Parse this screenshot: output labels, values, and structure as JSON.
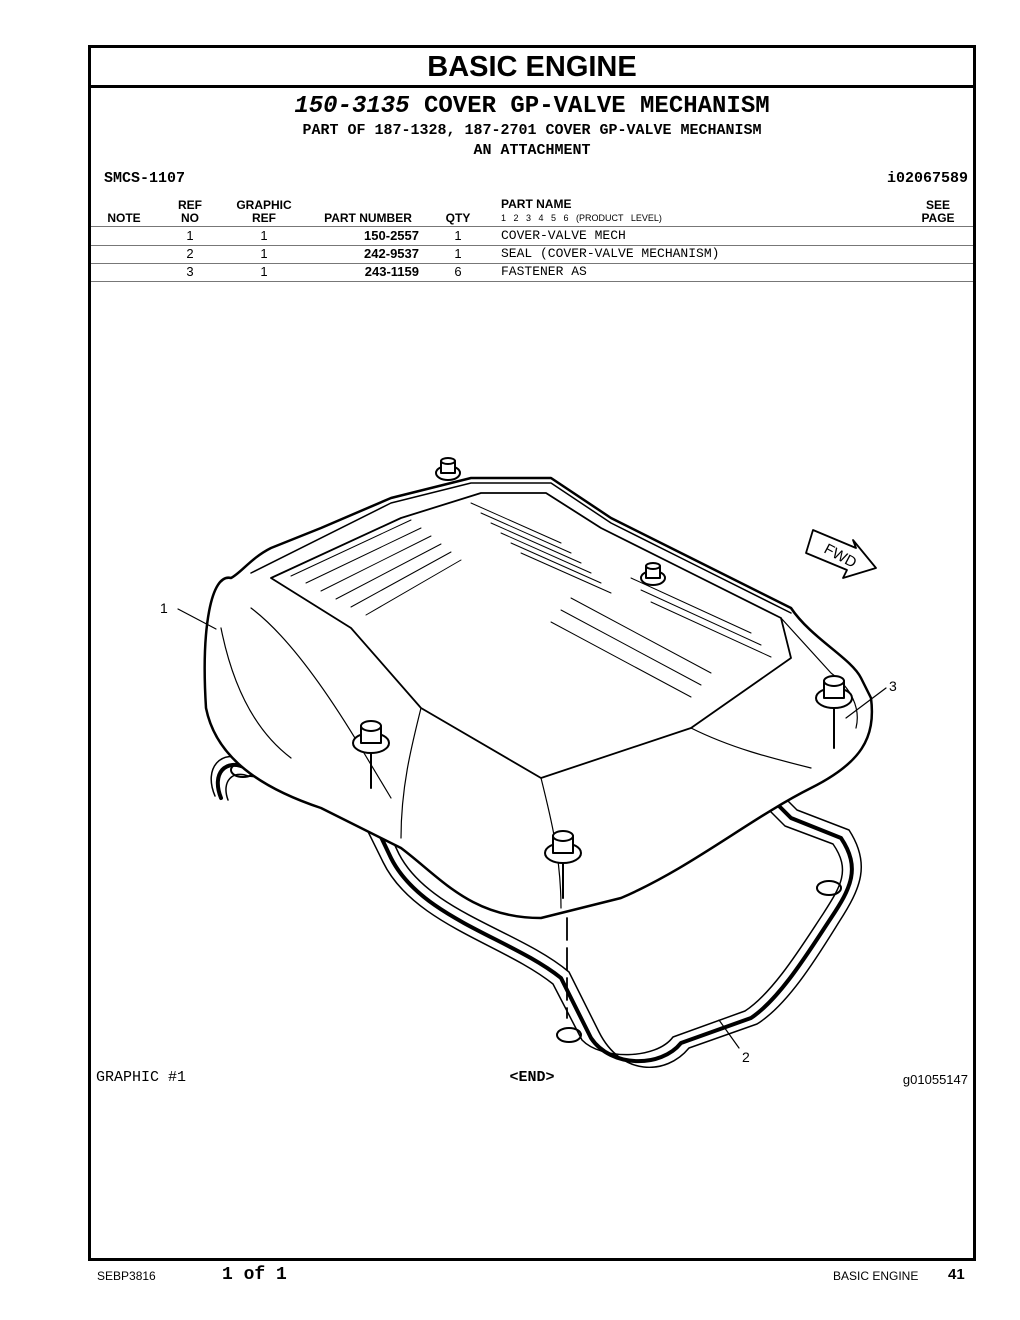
{
  "section_title": "BASIC ENGINE",
  "group": {
    "part_number": "150-3135",
    "name": "COVER GP-VALVE MECHANISM",
    "part_of": "PART OF 187-1328, 187-2701 COVER GP-VALVE MECHANISM",
    "attachment": "AN ATTACHMENT"
  },
  "smcs": "SMCS-1107",
  "ident": "i02067589",
  "table": {
    "headers": {
      "note": "NOTE",
      "ref_top": "REF",
      "ref_bottom": "NO",
      "graphic_top": "GRAPHIC",
      "graphic_bottom": "REF",
      "part_number": "PART NUMBER",
      "qty": "QTY",
      "part_name": "PART NAME",
      "product_levels": "1 2 3 4 5 6 (PRODUCT LEVEL)",
      "see_top": "SEE",
      "see_bottom": "PAGE"
    },
    "rows": [
      {
        "ref": "1",
        "graphic_ref": "1",
        "part_number": "150-2557",
        "qty": "1",
        "name": "COVER-VALVE MECH"
      },
      {
        "ref": "2",
        "graphic_ref": "1",
        "part_number": "242-9537",
        "qty": "1",
        "name": "SEAL (COVER-VALVE MECHANISM)"
      },
      {
        "ref": "3",
        "graphic_ref": "1",
        "part_number": "243-1159",
        "qty": "6",
        "name": "FASTENER AS"
      }
    ]
  },
  "diagram": {
    "callouts": [
      "1",
      "2",
      "3"
    ],
    "direction_label": "FWD",
    "graphic_label": "GRAPHIC #1",
    "end_label": "<END>",
    "graphic_id": "g01055147"
  },
  "footer": {
    "doc_id": "SEBP3816",
    "page_of": "1 of 1",
    "section": "BASIC ENGINE",
    "page_number": "41"
  }
}
